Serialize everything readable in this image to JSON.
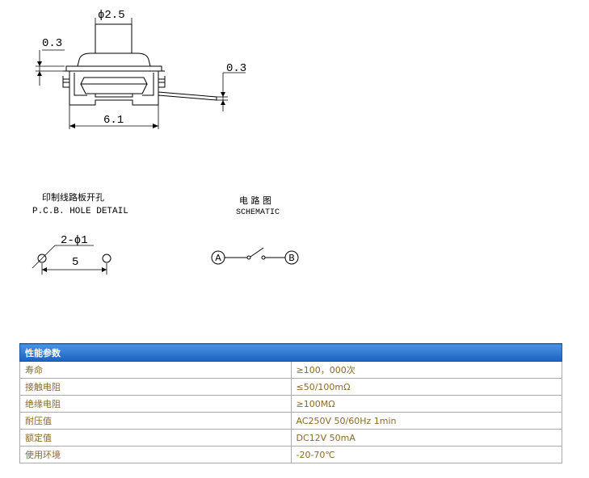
{
  "drawing": {
    "dim_dia_button": "ϕ2.5",
    "dim_top_thickness": "0.3",
    "dim_terminal_thickness": "0.3",
    "dim_body_width": "6.1",
    "pcb_title_cn": "印制线路板开孔",
    "pcb_title_en": "P.C.B. HOLE DETAIL",
    "pcb_holes_label": "2-ϕ1",
    "pcb_pitch_label": "5",
    "schematic_title_cn": "电 路 图",
    "schematic_title_en": "SCHEMATIC",
    "terminal_a": "A",
    "terminal_b": "B"
  },
  "table": {
    "header": "性能参数",
    "rows": [
      {
        "label": "寿命",
        "value": "≥100，000次"
      },
      {
        "label": "接触电阻",
        "value": "≤50/100mΩ"
      },
      {
        "label": "绝缘电阻",
        "value": "≥100MΩ"
      },
      {
        "label": "耐压值",
        "value": "AC250V 50/60Hz 1min"
      },
      {
        "label": "额定值",
        "value": "DC12V 50mA"
      },
      {
        "label": "使用环境",
        "value": "-20-70℃"
      }
    ]
  }
}
